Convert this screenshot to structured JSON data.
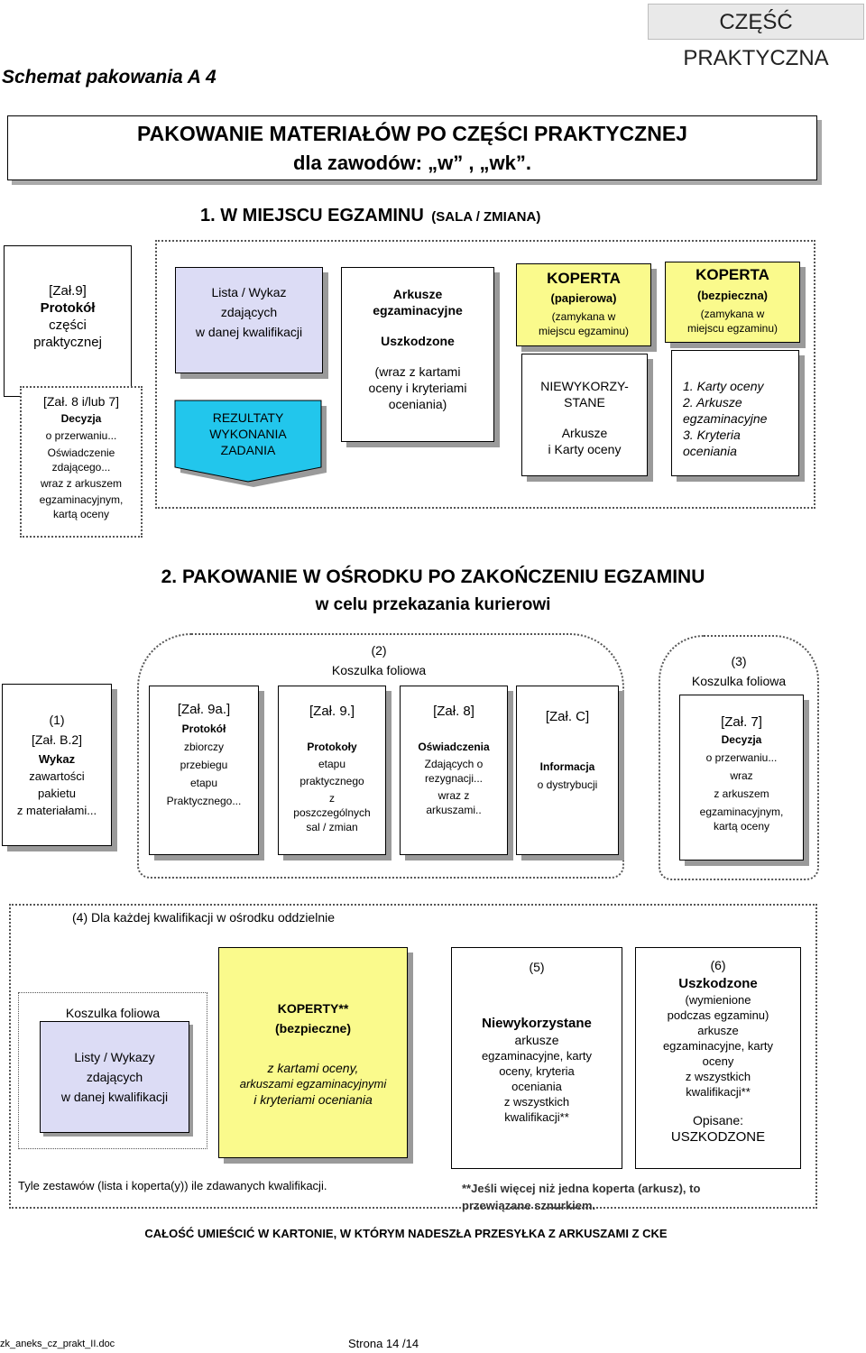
{
  "header": {
    "section_label": "CZĘŚĆ PRAKTYCZNA"
  },
  "page_title": "Schemat pakowania A 4",
  "banner": {
    "line1": "PAKOWANIE MATERIAŁÓW PO CZĘŚCI PRAKTYCZNEJ",
    "line2": "dla zawodów: „w” , „wk”."
  },
  "section1": {
    "title": "1. W MIEJSCU EGZAMINU",
    "subtitle": "(SALA / ZMIANA)",
    "protokol": {
      "l1": "[Zał.9]",
      "l2": "Protokół",
      "l3": "części",
      "l4": "praktycznej"
    },
    "decyzja": {
      "l1": "[Zał. 8 i/lub 7]",
      "l2": "Decyzja",
      "l3": "o przerwaniu...",
      "l4": "Oświadczenie",
      "l5": "zdającego...",
      "l6": "wraz z arkuszem",
      "l7": "egzaminacyjnym,",
      "l8": "kartą oceny"
    },
    "lista": {
      "l1": "Lista / Wykaz",
      "l2": "zdających",
      "l3": "w danej kwalifikacji"
    },
    "rezultaty": {
      "l1": "REZULTATY",
      "l2": "WYKONANIA",
      "l3": "ZADANIA"
    },
    "arkusze": {
      "l1": "Arkusze",
      "l2": "egzaminacyjne",
      "l3": "Uszkodzone",
      "l4": "(wraz z kartami",
      "l5": "oceny i kryteriami",
      "l6": "oceniania)"
    },
    "koperta_pap": {
      "l1": "KOPERTA",
      "l2": "(papierowa)",
      "l3": "(zamykana w",
      "l4": "miejscu egzaminu)",
      "b1": "NIEWYKORZY-",
      "b2": "STANE",
      "b3": "Arkusze",
      "b4": "i Karty oceny"
    },
    "koperta_bez": {
      "l1": "KOPERTA",
      "l2": "(bezpieczna)",
      "l3": "(zamykana w",
      "l4": "miejscu egzaminu)",
      "b1": "1. Karty oceny",
      "b2": "2. Arkusze",
      "b3": "egzaminacyjne",
      "b4": "3. Kryteria",
      "b5": "oceniania"
    }
  },
  "section2": {
    "title": "2. PAKOWANIE W OŚRODKU PO ZAKOŃCZENIU EGZAMINU",
    "subtitle": "w celu przekazania kurierowi",
    "group2": {
      "l1": "(2)",
      "l2": "Koszulka foliowa"
    },
    "group3": {
      "l1": "(3)",
      "l2": "Koszulka foliowa"
    },
    "wykaz": {
      "l1": "(1)",
      "l2": "[Zał. B.2]",
      "l3": "Wykaz",
      "l4": "zawartości",
      "l5": "pakietu",
      "l6": "z materiałami..."
    },
    "zal9a": {
      "l1": "[Zał. 9a.]",
      "l2": "Protokół",
      "l3": "zbiorczy",
      "l4": "przebiegu",
      "l5": "etapu",
      "l6": "Praktycznego..."
    },
    "zal9": {
      "l1": "[Zał. 9.]",
      "l2": "Protokoły",
      "l3": "etapu",
      "l4": "praktycznego",
      "l5": "z",
      "l6": "poszczególnych",
      "l7": "sal / zmian"
    },
    "zal8": {
      "l1": "[Zał. 8]",
      "l2": "Oświadczenia",
      "l3": "Zdających o",
      "l4": "rezygnacji...",
      "l5": "wraz z",
      "l6": "arkuszami.."
    },
    "zalc": {
      "l1": "[Zał. C]",
      "l2": "Informacja",
      "l3": "o dystrybucji"
    },
    "zal7": {
      "l1": "[Zał. 7]",
      "l2": "Decyzja",
      "l3": "o przerwaniu...",
      "l4": "wraz",
      "l5": "z arkuszem",
      "l6": "egzaminacyjnym,",
      "l7": "kartą oceny"
    }
  },
  "section4": {
    "title": "(4) Dla każdej kwalifikacji w ośrodku oddzielnie",
    "koszulka": "Koszulka foliowa",
    "listy": {
      "l1": "Listy / Wykazy",
      "l2": "zdających",
      "l3": "w danej kwalifikacji"
    },
    "koperty": {
      "l1": "KOPERTY**",
      "l2": "(bezpieczne)",
      "l3": "z kartami oceny,",
      "l4": "arkuszami egzaminacyjnymi",
      "l5": "i kryteriami oceniania"
    },
    "niewyk": {
      "l1": "(5)",
      "l2": "Niewykorzystane",
      "l3": "arkusze",
      "l4": "egzaminacyjne, karty",
      "l5": "oceny, kryteria",
      "l6": "oceniania",
      "l7": "z wszystkich",
      "l8": "kwalifikacji**"
    },
    "uszk": {
      "l1": "(6)",
      "l2": "Uszkodzone",
      "l3": "(wymienione",
      "l4": "podczas egzaminu)",
      "l5": "arkusze",
      "l6": "egzaminacyjne, karty",
      "l7": "oceny",
      "l8": "z wszystkich",
      "l9": "kwalifikacji**",
      "l10": "Opisane:",
      "l11": "USZKODZONE"
    },
    "note_left": "Tyle zestawów (lista i koperta(y)) ile zdawanych kwalifikacji.",
    "note_right1": "**Jeśli więcej niż jedna koperta (arkusz), to",
    "note_right2": "przewiązane sznurkiem."
  },
  "bottom_line": "CAŁOŚĆ UMIEŚCIĆ W KARTONIE, W KTÓRYM NADESZŁA PRZESYŁKA Z ARKUSZAMI Z CKE",
  "footer": {
    "filename": "zk_aneks_cz_prakt_II.doc",
    "page": "Strona 14 /14"
  }
}
